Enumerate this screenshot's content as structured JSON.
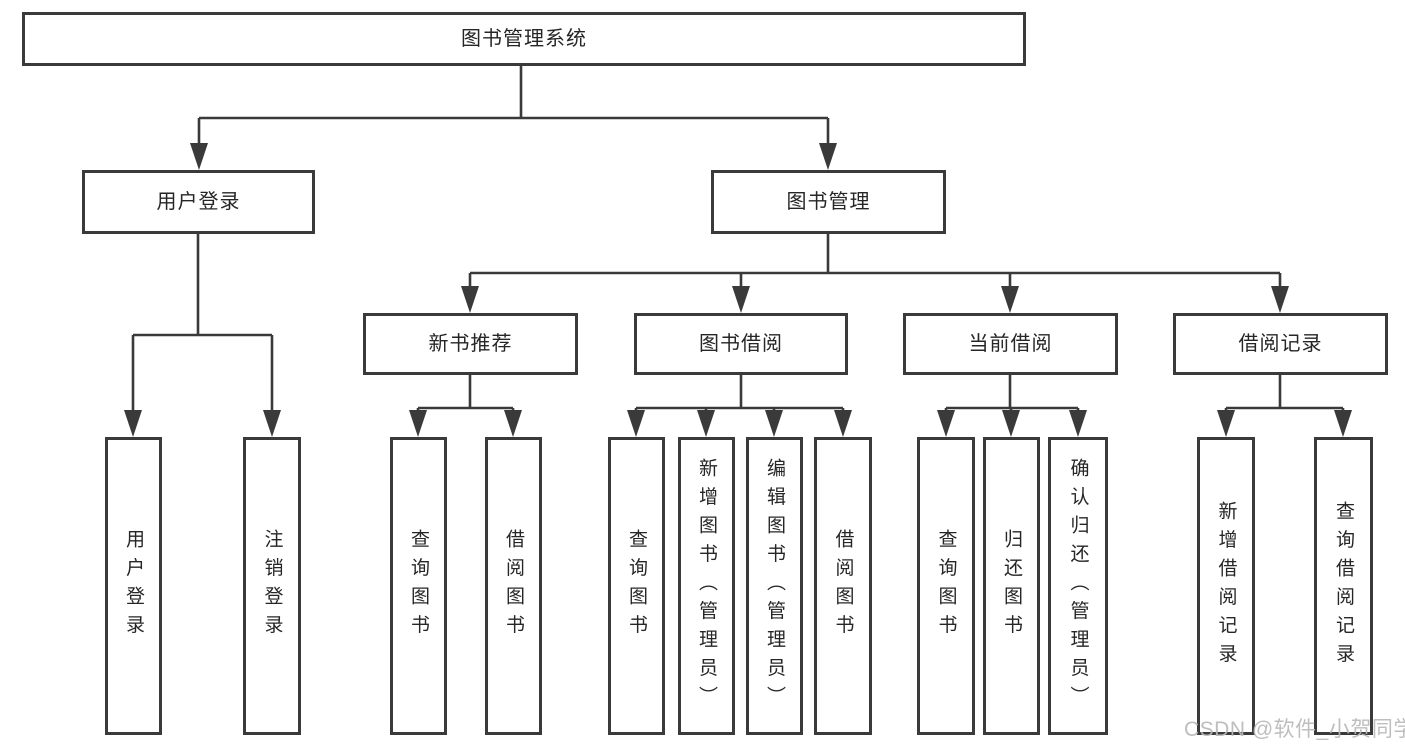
{
  "root": {
    "label": "图书管理系统"
  },
  "branches": [
    {
      "label": "用户登录",
      "children": [
        {
          "label": "用户登录"
        },
        {
          "label": "注销登录"
        }
      ]
    },
    {
      "label": "图书管理",
      "children": [
        {
          "label": "新书推荐",
          "children": [
            {
              "label": "查询图书"
            },
            {
              "label": "借阅图书"
            }
          ]
        },
        {
          "label": "图书借阅",
          "children": [
            {
              "label": "查询图书"
            },
            {
              "label": "新增图书（管理员）"
            },
            {
              "label": "编辑图书（管理员）"
            },
            {
              "label": "借阅图书"
            }
          ]
        },
        {
          "label": "当前借阅",
          "children": [
            {
              "label": "查询图书"
            },
            {
              "label": "归还图书"
            },
            {
              "label": "确认归还（管理员）"
            }
          ]
        },
        {
          "label": "借阅记录",
          "children": [
            {
              "label": "新增借阅记录"
            },
            {
              "label": "查询借阅记录"
            }
          ]
        }
      ]
    }
  ],
  "watermark": "CSDN @软件_小贺同学",
  "colors": {
    "line": "#3a3a3a",
    "box_border": "#3a3a3a",
    "text": "#262626",
    "watermark": "#b9b9b9",
    "background": "#ffffff"
  }
}
